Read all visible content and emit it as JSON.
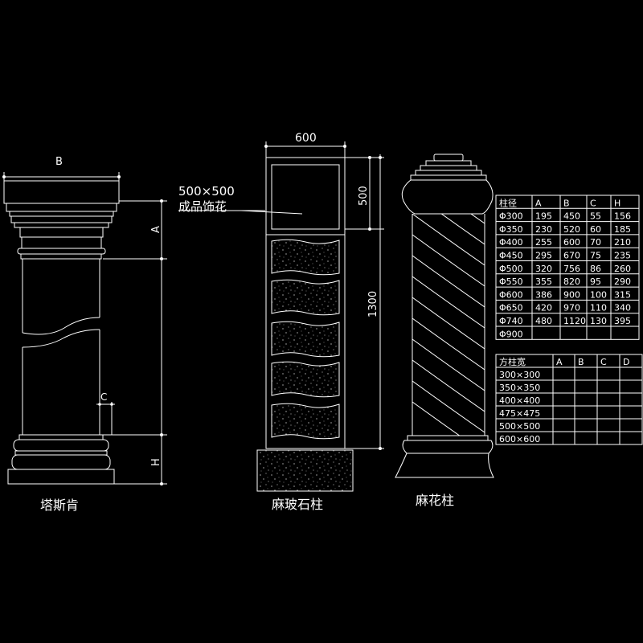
{
  "drawing": {
    "tuscan_caption": "塔斯肯",
    "granite_caption": "麻玻石柱",
    "twisted_caption": "麻花柱",
    "dim_B": "B",
    "dim_A": "A",
    "dim_C": "C",
    "dim_H": "H",
    "dim_600": "600",
    "dim_500": "500",
    "dim_1300": "1300",
    "ornament_line1": "500×500",
    "ornament_line2": "成品饰花"
  },
  "round_table": {
    "headers": [
      "柱径",
      "A",
      "B",
      "C",
      "H"
    ],
    "rows": [
      [
        "Φ300",
        "195",
        "450",
        "55",
        "156"
      ],
      [
        "Φ350",
        "230",
        "520",
        "60",
        "185"
      ],
      [
        "Φ400",
        "255",
        "600",
        "70",
        "210"
      ],
      [
        "Φ450",
        "295",
        "670",
        "75",
        "235"
      ],
      [
        "Φ500",
        "320",
        "756",
        "86",
        "260"
      ],
      [
        "Φ550",
        "355",
        "820",
        "95",
        "290"
      ],
      [
        "Φ600",
        "386",
        "900",
        "100",
        "315"
      ],
      [
        "Φ650",
        "420",
        "970",
        "110",
        "340"
      ],
      [
        "Φ740",
        "480",
        "1120",
        "130",
        "395"
      ],
      [
        "Φ900",
        "",
        "",
        "",
        ""
      ]
    ]
  },
  "square_table": {
    "headers": [
      "方柱宽",
      "A",
      "B",
      "C",
      "D"
    ],
    "rows": [
      [
        "300×300",
        "",
        "",
        "",
        ""
      ],
      [
        "350×350",
        "",
        "",
        "",
        ""
      ],
      [
        "400×400",
        "",
        "",
        "",
        ""
      ],
      [
        "475×475",
        "",
        "",
        "",
        ""
      ],
      [
        "500×500",
        "",
        "",
        "",
        ""
      ],
      [
        "600×600",
        "",
        "",
        "",
        ""
      ]
    ]
  }
}
